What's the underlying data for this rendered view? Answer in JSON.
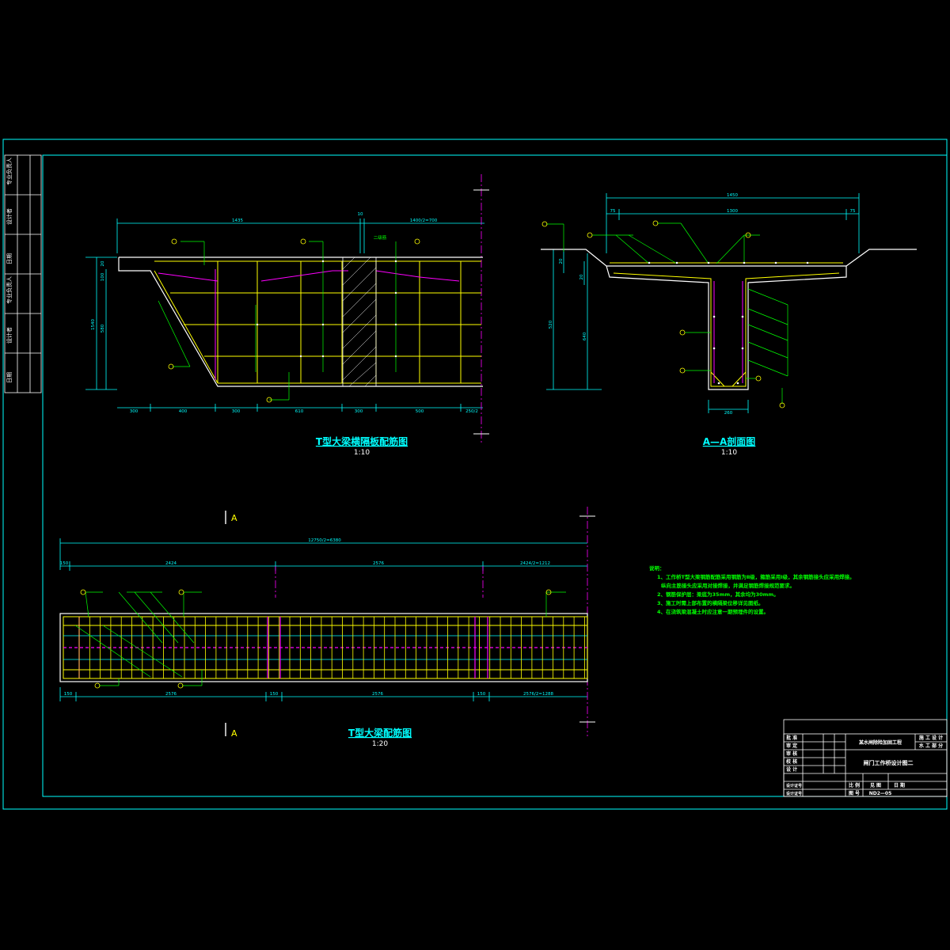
{
  "colors": {
    "background": "#000000",
    "frame": "#00ffff",
    "outline": "#ffffff",
    "rebar_main": "#ffff00",
    "rebar_accent": "#ff00ff",
    "dimension": "#00ffff",
    "leader": "#00ff00",
    "annotation_text": "#00ff00",
    "title_text": "#00ffff"
  },
  "left_strip": {
    "cells": [
      "专业负责人",
      "设计者",
      "日期",
      "专业负责人",
      "设计者",
      "日期"
    ]
  },
  "drawing1": {
    "title": "T型大梁横隔板配筋图",
    "scale": "1:10",
    "top_dims": [
      "1435",
      "10",
      "1400/2=700"
    ],
    "label_double": "二级筋",
    "bottom_dims": [
      "300",
      "400",
      "300",
      "610",
      "300",
      "500",
      "250/2"
    ],
    "left_dims": [
      "1540",
      "580",
      "100",
      "20"
    ]
  },
  "drawing2": {
    "title": "A—A剖面图",
    "scale": "1:10",
    "top_dims": [
      "1450",
      "1300",
      "75",
      "75"
    ],
    "left_dims": [
      "20",
      "20",
      "520",
      "640"
    ],
    "bottom_dim": "260"
  },
  "drawing3": {
    "title": "T型大梁配筋图",
    "scale": "1:20",
    "section_mark": "A",
    "top_dims": [
      "12750/2=6380",
      "2424",
      "2576",
      "2424/2=1212",
      "150"
    ],
    "bottom_dims": [
      "150",
      "2576",
      "150",
      "2576",
      "150",
      "2576/2=1288"
    ]
  },
  "notes": {
    "heading": "说明：",
    "lines": [
      "1、工作桥T型大梁钢筋配筋采用钢筋为Ⅱ级，箍筋采用Ⅰ级，其余钢筋接头应采用焊接。",
      "纵向主筋接头应采用对接焊接，并满足钢筋焊接规范要求。",
      "2、钢筋保护层：梁底为35mm，其余均为30mm。",
      "3、施工时需上部布置的横隔梁位移详见图纸。",
      "4、在浇筑梁混凝土时应注意一期预埋件的设置。"
    ]
  },
  "title_block": {
    "rows_left": [
      "批 准",
      "审 定",
      "审 核",
      "校 核",
      "设 计",
      "设计证号",
      "设计证号"
    ],
    "project": "某水闸除险加固工程",
    "stage1": "施 工 设 计",
    "stage2": "水 工 部 分",
    "drawing_name": "闸门工作桥设计图二",
    "scale_label": "比 例",
    "scale_value": "见 图",
    "date_label": "日 期",
    "number_label": "图 号",
    "number_value": "ND2—05"
  }
}
